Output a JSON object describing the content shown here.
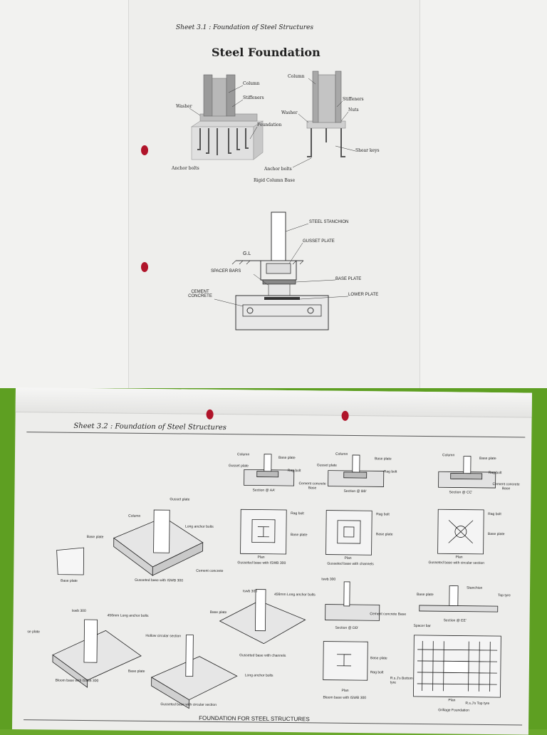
{
  "sheet1": {
    "handwritten_title": "Sheet 3.1 : Foundation of Steel Structures",
    "title": "Steel Foundation",
    "figure1_labels": {
      "column_left": "Column",
      "column_right": "Column",
      "stiffeners_left": "Stiffeners",
      "stiffeners_right": "Stiffeners",
      "washer_left": "Washer",
      "washer_right": "Washer",
      "nuts": "Nuts",
      "foundation": "Foundation",
      "shear_keys": "Shear keys",
      "anchor_bolts_left": "Anchor bolts",
      "anchor_bolts_right": "Anchor bolts",
      "caption": "Rigid Column Base"
    },
    "figure2_labels": {
      "steel_stanchion": "STEEL STANCHION",
      "gusset_plate": "GUSSET PLATE",
      "gl": "G.L",
      "spacer_bars": "SPACER BARS",
      "base_plate": "BASE PLATE",
      "cement_concrete": "CEMENT CONCRETE",
      "lower_plate": "LOWER PLATE"
    }
  },
  "sheet2": {
    "handwritten_title": "Sheet 3.2 : Foundation of Steel Structures",
    "footer_title": "FOUNDATION FOR STEEL STRUCTURES",
    "sections": {
      "aa": {
        "column": "Column",
        "gusset_plate": "Gusset plate",
        "base_plate": "Base plate",
        "rag_bolt": "Rag bolt",
        "cement_concrete": "Cement concrete Base",
        "caption": "Section @ AA'"
      },
      "bb": {
        "column": "Column",
        "gusset_plate": "Gusset plate",
        "base_plate": "Base plate",
        "rag_bolt": "Rag bolt",
        "caption": "Section @ BB'"
      },
      "cc": {
        "column": "Column",
        "base_plate": "Base plate",
        "rag_bolt": "Rag bolt",
        "cement_concrete": "Cement concrete Base",
        "caption": "Section @ CC'"
      }
    },
    "plans": {
      "p1": {
        "rag_bolt": "Rag bolt",
        "base_plate": "Base plate",
        "caption1": "Plan",
        "caption2": "Gusseted base with ISWB 300"
      },
      "p2": {
        "rag_bolt": "Rag bolt",
        "base_plate": "Base plate",
        "caption1": "Plan",
        "caption2": "Gusseted base with channels"
      },
      "p3": {
        "rag_bolt": "Rag bolt",
        "base_plate": "Base plate",
        "caption1": "Plan",
        "caption2": "Gusseted base with circular section"
      }
    },
    "iso1": {
      "gusset_plate": "Gusset plate",
      "column": "Column",
      "long_anchor_bolts": "Long anchor bolts",
      "base_plate": "Base plate",
      "cement_concrete": "Cement concrete",
      "caption": "Gusseted base with ISWB 300"
    },
    "small_base_plate": "Base plate",
    "iso2": {
      "iswb": "Iswb 300",
      "anchor": "456mm Long anchor bolts",
      "base_plate": "Base plate",
      "caption": "Gusseted base with channels",
      "long_anchor": "Long anchor bolts"
    },
    "dd": {
      "iswb": "Iswb 300",
      "cement_concrete": "Cement concrete Base",
      "caption": "Section @ DD'"
    },
    "ee": {
      "base_plate": "Base plate",
      "stanchion": "Stanchion",
      "top_tyre": "Top tyre",
      "spacer_bar": "Spacer bar",
      "caption": "Section @ EE'"
    },
    "iso3": {
      "iswb": "Iswb 300",
      "anchor": "456mm Long anchor bolts",
      "base_plate": "se plate",
      "caption": "Bloom base with ISWB 300"
    },
    "iso4": {
      "hollow": "Hollow circular section",
      "base_plate": "Base plate",
      "caption": "Gusseted base with circular section"
    },
    "plan_bloom": {
      "base_plate": "Base plate",
      "rag_bolt": "Rag bolt",
      "caption1": "Plan",
      "caption2": "Bloom base with ISWB 300"
    },
    "grillage": {
      "bottom_tyre": "R.s.J's Bottom tyre",
      "top_tyre": "R.s.J's Top tyre",
      "caption1": "Plan",
      "caption2": "Grillage Foundation"
    }
  }
}
